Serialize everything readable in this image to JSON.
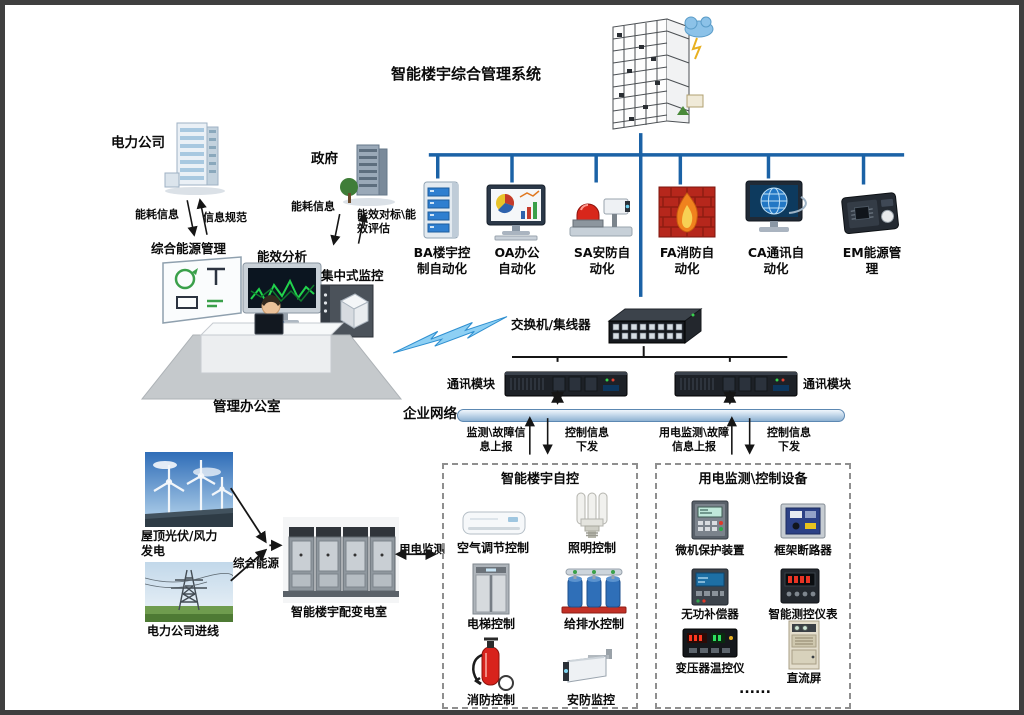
{
  "title": "智能楼宇综合管理系统",
  "left_panel": {
    "power_company": "电力公司",
    "government": "政府",
    "energy_info_1": "能耗信息",
    "info_standard": "信息规范",
    "energy_info_2": "能耗信息",
    "benchmark": "能效对标\\能效评估",
    "integrated_energy_mgmt": "综合能源管理",
    "energy_analysis": "能效分析",
    "central_monitoring": "集中式监控",
    "management_office": "管理办公室"
  },
  "subsystems": [
    "BA楼宇控制自动化",
    "OA办公自动化",
    "SA安防自动化",
    "FA消防自动化",
    "CA通讯自动化",
    "EM能源管理"
  ],
  "network": {
    "switch": "交换机/集线器",
    "comm_module_left": "通讯模块",
    "comm_module_right": "通讯模块",
    "enterprise": "企业网络",
    "monitor_report_left": "监测\\故障信息上报",
    "control_down_left": "控制信息下发",
    "monitor_report_right": "用电监测\\故障信息上报",
    "control_down_right": "控制信息下发"
  },
  "supply": {
    "pv_wind": "屋顶光伏/风力发电",
    "grid_inline": "电力公司进线",
    "integrated_energy": "综合能源",
    "substation": "智能楼宇配变电室",
    "power_monitoring": "用电监测"
  },
  "building_control_box": {
    "title": "智能楼宇自控",
    "items": [
      "空气调节控制",
      "照明控制",
      "电梯控制",
      "给排水控制",
      "消防控制",
      "安防监控"
    ]
  },
  "power_monitor_box": {
    "title": "用电监测\\控制设备",
    "items": [
      "微机保护装置",
      "框架断路器",
      "无功补偿器",
      "智能测控仪表",
      "变压器温控仪",
      "直流屏"
    ],
    "ellipsis": "......"
  },
  "colors": {
    "bus_blue": "#1b62a6",
    "line_black": "#151515",
    "alert_red": "#c0281e",
    "screen_green": "#21d24c"
  }
}
